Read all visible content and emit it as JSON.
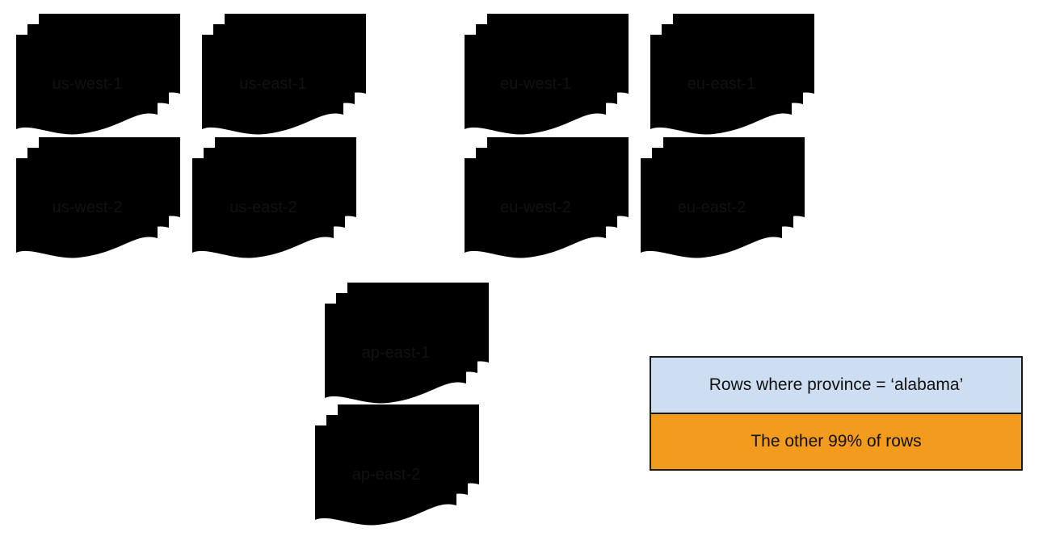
{
  "colors": {
    "region_fill": "#cdddf2",
    "highlight_fill": "#f29b1d",
    "outline": "#000000",
    "background": "#ffffff"
  },
  "regions": [
    {
      "label": "us-west-1",
      "highlighted": false
    },
    {
      "label": "us-east-1",
      "highlighted": true
    },
    {
      "label": "eu-west-1",
      "highlighted": false
    },
    {
      "label": "eu-east-1",
      "highlighted": false
    },
    {
      "label": "us-west-2",
      "highlighted": false
    },
    {
      "label": "us-east-2",
      "highlighted": false
    },
    {
      "label": "eu-west-2",
      "highlighted": false
    },
    {
      "label": "eu-east-2",
      "highlighted": false
    },
    {
      "label": "ap-east-1",
      "highlighted": false
    },
    {
      "label": "ap-east-2",
      "highlighted": false
    }
  ],
  "legend": {
    "items": [
      {
        "label": "Rows where province = ‘alabama’",
        "color": "#cdddf2"
      },
      {
        "label": "The other 99% of rows",
        "color": "#f29b1d"
      }
    ]
  }
}
